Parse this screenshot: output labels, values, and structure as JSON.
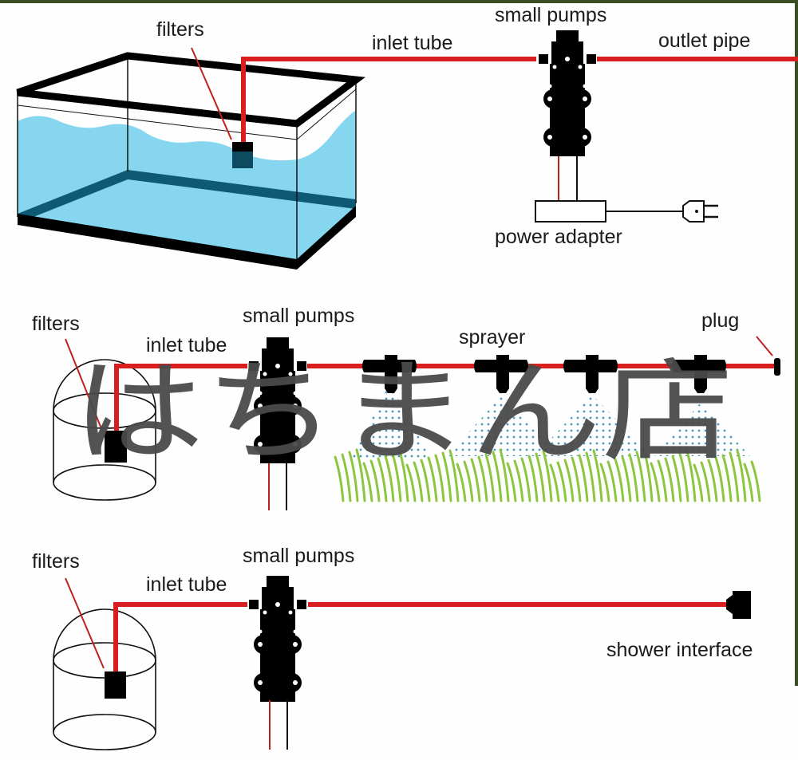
{
  "title": "Small pump installation diagrams",
  "colors": {
    "pipe": "#d81e1e",
    "water": "#86d6ef",
    "water_dark": "#0e5a74",
    "grass": "#8cc63f",
    "spray_dot": "#2f8fb0",
    "frame": "#3a4d24",
    "watermark": "#4a4a4a"
  },
  "watermark": "はちまん店",
  "diagrams": [
    {
      "id": "aquarium",
      "labels": {
        "filters": "filters",
        "inlet_tube": "inlet tube",
        "pump": "small pumps",
        "outlet": "outlet pipe",
        "power": "power adapter"
      }
    },
    {
      "id": "sprayer",
      "labels": {
        "filters": "filters",
        "inlet_tube": "inlet tube",
        "pump": "small pumps",
        "sprayer": "sprayer",
        "plug": "plug"
      }
    },
    {
      "id": "shower",
      "labels": {
        "filters": "filters",
        "inlet_tube": "inlet tube",
        "pump": "small pumps",
        "shower": "shower interface"
      }
    }
  ]
}
